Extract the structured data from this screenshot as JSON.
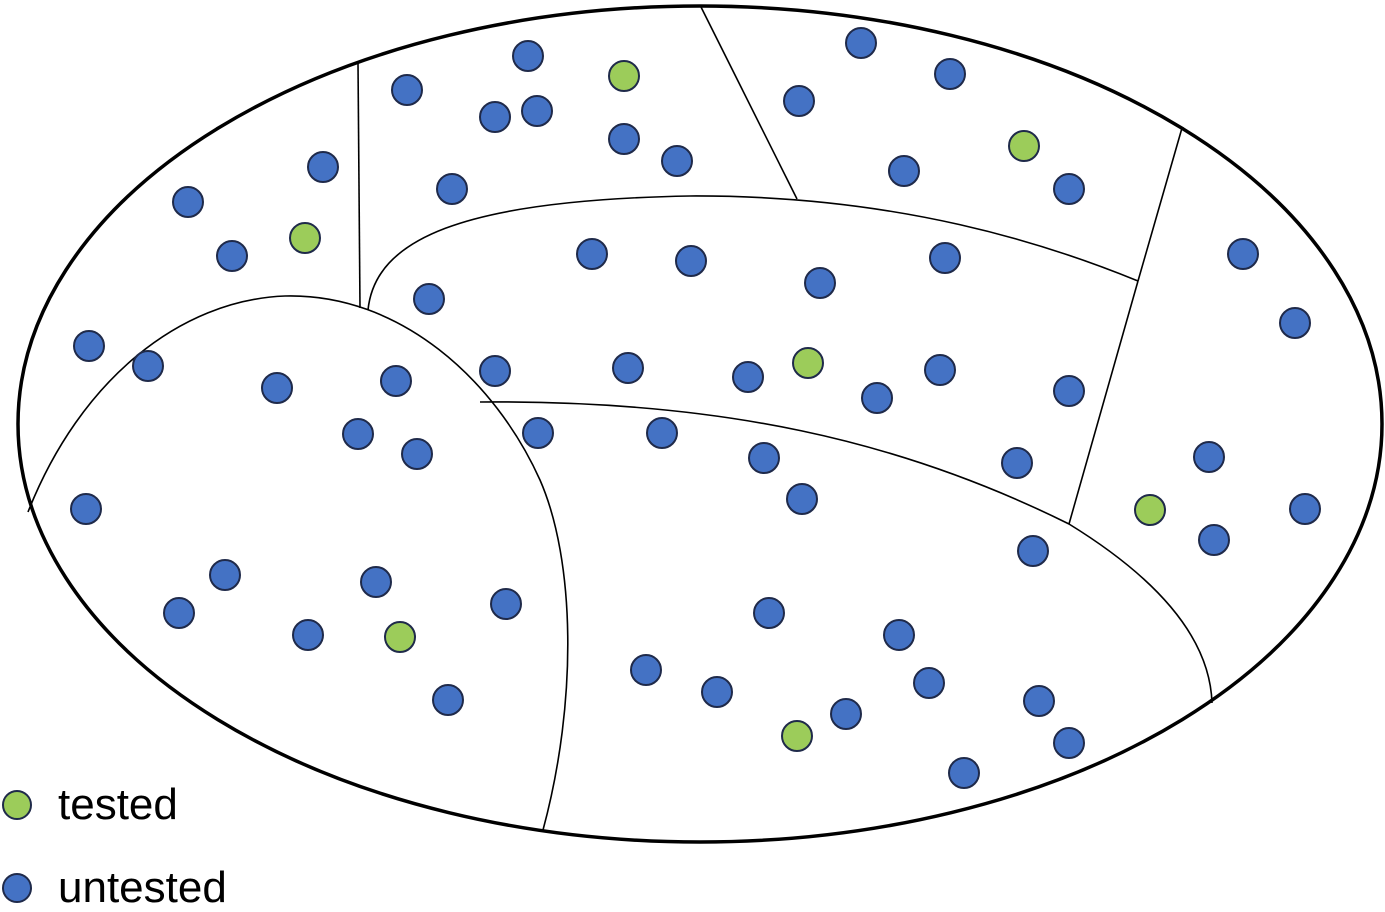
{
  "colors": {
    "tested": "#9ccc5a",
    "untested": "#4472c4",
    "outline": "#1f2a4a"
  },
  "legend": {
    "tested_label": "tested",
    "untested_label": "untested"
  },
  "regions": [
    {
      "name": "top-left",
      "dots": [
        "untested",
        "untested",
        "untested",
        "tested",
        "untested"
      ]
    },
    {
      "name": "top-middle",
      "dots": [
        "untested",
        "untested",
        "tested",
        "untested",
        "untested",
        "untested",
        "untested",
        "untested"
      ]
    },
    {
      "name": "top-right",
      "dots": [
        "untested",
        "untested",
        "untested",
        "tested",
        "untested",
        "untested"
      ]
    },
    {
      "name": "center-band",
      "dots": [
        "untested",
        "untested",
        "untested",
        "untested",
        "untested",
        "untested",
        "untested",
        "untested",
        "tested",
        "untested",
        "untested",
        "untested",
        "untested"
      ]
    },
    {
      "name": "right",
      "dots": [
        "untested",
        "untested",
        "untested",
        "tested",
        "untested",
        "untested"
      ]
    },
    {
      "name": "left-bottom",
      "dots": [
        "untested",
        "untested",
        "untested",
        "untested",
        "untested",
        "untested",
        "untested",
        "untested",
        "untested",
        "untested",
        "untested",
        "untested",
        "tested",
        "untested",
        "untested"
      ]
    },
    {
      "name": "bottom-band",
      "dots": [
        "untested",
        "untested",
        "untested",
        "untested",
        "untested",
        "untested",
        "untested",
        "untested",
        "untested",
        "untested",
        "tested",
        "untested",
        "untested",
        "untested",
        "untested",
        "untested",
        "untested"
      ]
    }
  ]
}
